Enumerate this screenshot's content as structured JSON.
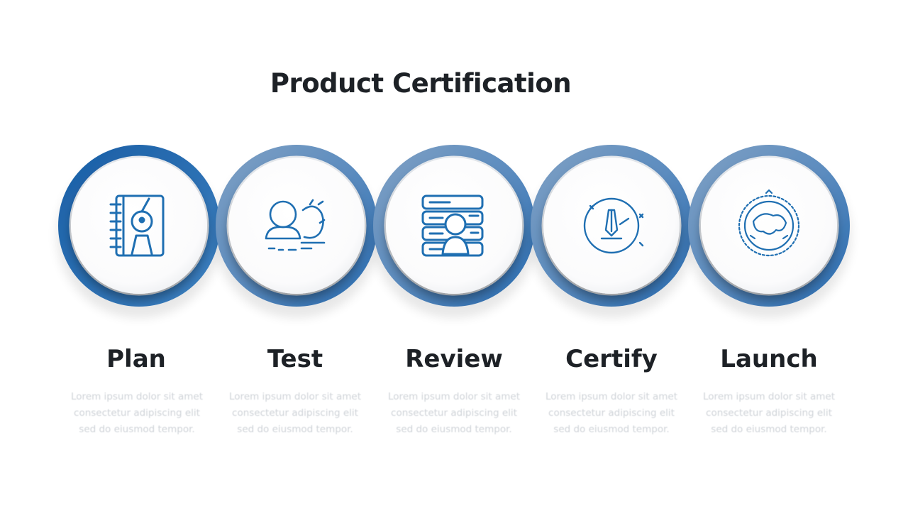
{
  "title": "Product Certification",
  "colors": {
    "ring_dark": "#1a5fa6",
    "ring_mid": "#2f74b9",
    "ring_light": "#6d97c2",
    "icon": "#1f6fb2",
    "title": "#1d2126",
    "desc": "#cfd3d8"
  },
  "steps": [
    {
      "label": "Plan",
      "icon": "notebook-person-icon",
      "description": "Lorem ipsum dolor sit amet consectetur adipiscing elit sed do eiusmod tempor."
    },
    {
      "label": "Test",
      "icon": "person-testing-icon",
      "description": "Lorem ipsum dolor sit amet consectetur adipiscing elit sed do eiusmod tempor."
    },
    {
      "label": "Review",
      "icon": "documents-reviewer-icon",
      "description": "Lorem ipsum dolor sit amet consectetur adipiscing elit sed do eiusmod tempor."
    },
    {
      "label": "Certify",
      "icon": "pen-seal-icon",
      "description": "Lorem ipsum dolor sit amet consectetur adipiscing elit sed do eiusmod tempor."
    },
    {
      "label": "Launch",
      "icon": "globe-badge-icon",
      "description": "Lorem ipsum dolor sit amet consectetur adipiscing elit sed do eiusmod tempor."
    }
  ]
}
